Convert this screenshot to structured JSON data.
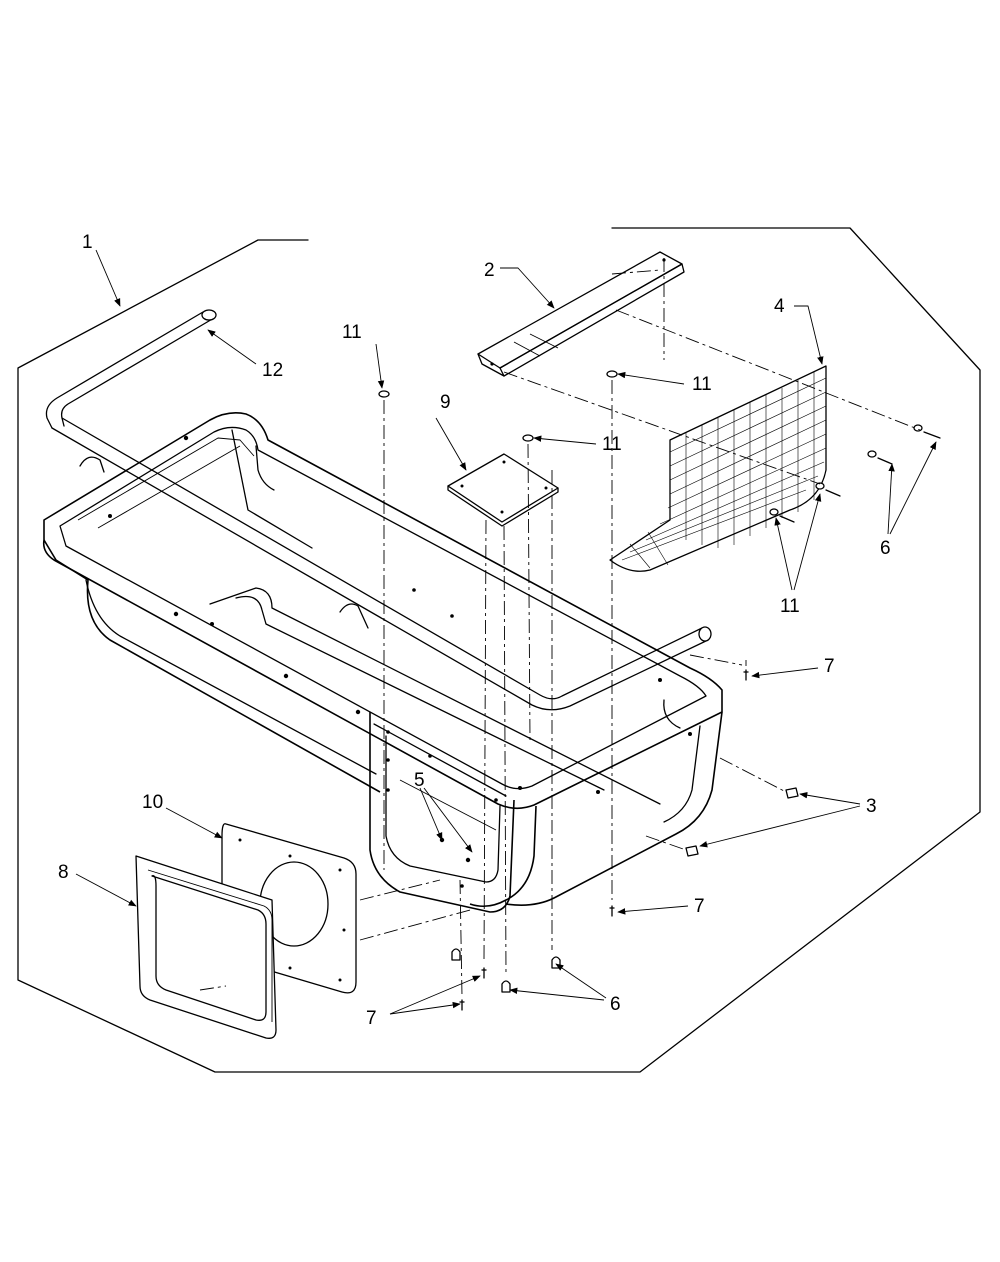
{
  "diagram": {
    "callouts": [
      "1",
      "2",
      "3",
      "4",
      "5",
      "6",
      "7",
      "8",
      "9",
      "10",
      "11",
      "12"
    ]
  },
  "labels": {
    "c1": "1",
    "c2": "2",
    "c3": "3",
    "c4": "4",
    "c5": "5",
    "c6a": "6",
    "c6b": "6",
    "c7a": "7",
    "c7b": "7",
    "c7c": "7",
    "c8": "8",
    "c9": "9",
    "c10": "10",
    "c11a": "11",
    "c11b": "11",
    "c11c": "11",
    "c11d": "11",
    "c12": "12"
  }
}
